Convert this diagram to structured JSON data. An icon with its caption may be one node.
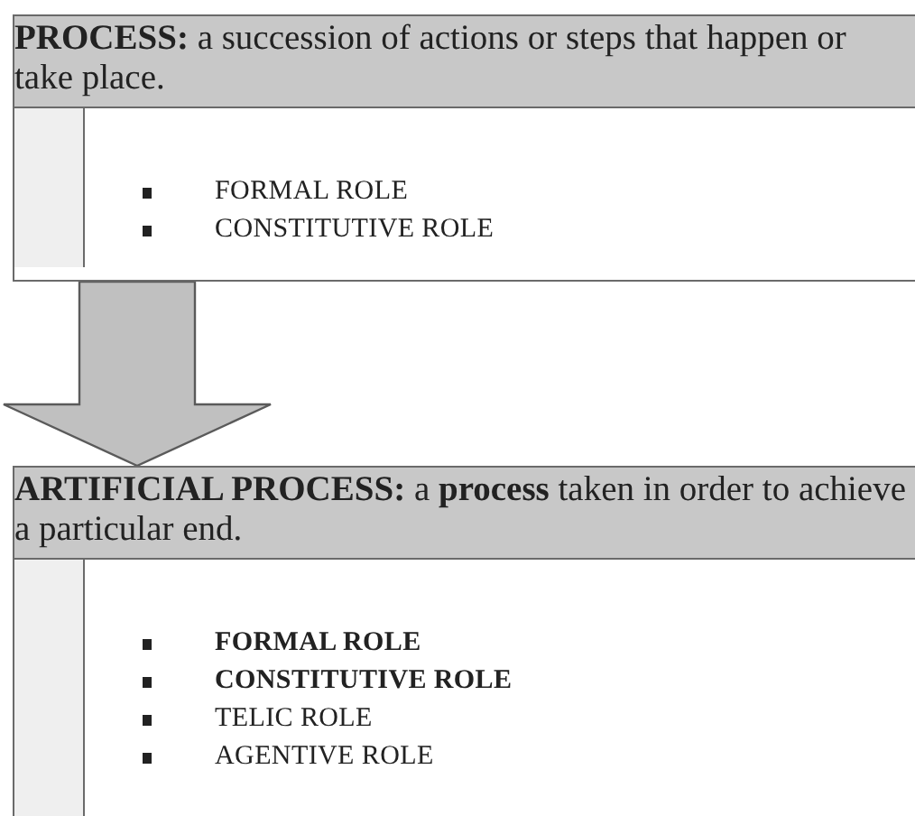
{
  "diagram": {
    "nodes": [
      {
        "text": [
          "**PROCESS:** a succession of actions or steps that happen or take place.",
          "FORMAL ROLE",
          "CONSTITUTIVE ROLE"
        ]
      },
      {
        "text": [
          "**ARTIFICIAL PROCESS:** a **process** taken in order to achieve a particular end.",
          "**FORMAL ROLE**",
          "**CONSTITUTIVE ROLE**",
          "TELIC ROLE",
          "AGENTIVE ROLE"
        ]
      }
    ],
    "edges": [
      {
        "from": 0,
        "to": 1,
        "arrow": "to",
        "style": "thick"
      }
    ]
  }
}
